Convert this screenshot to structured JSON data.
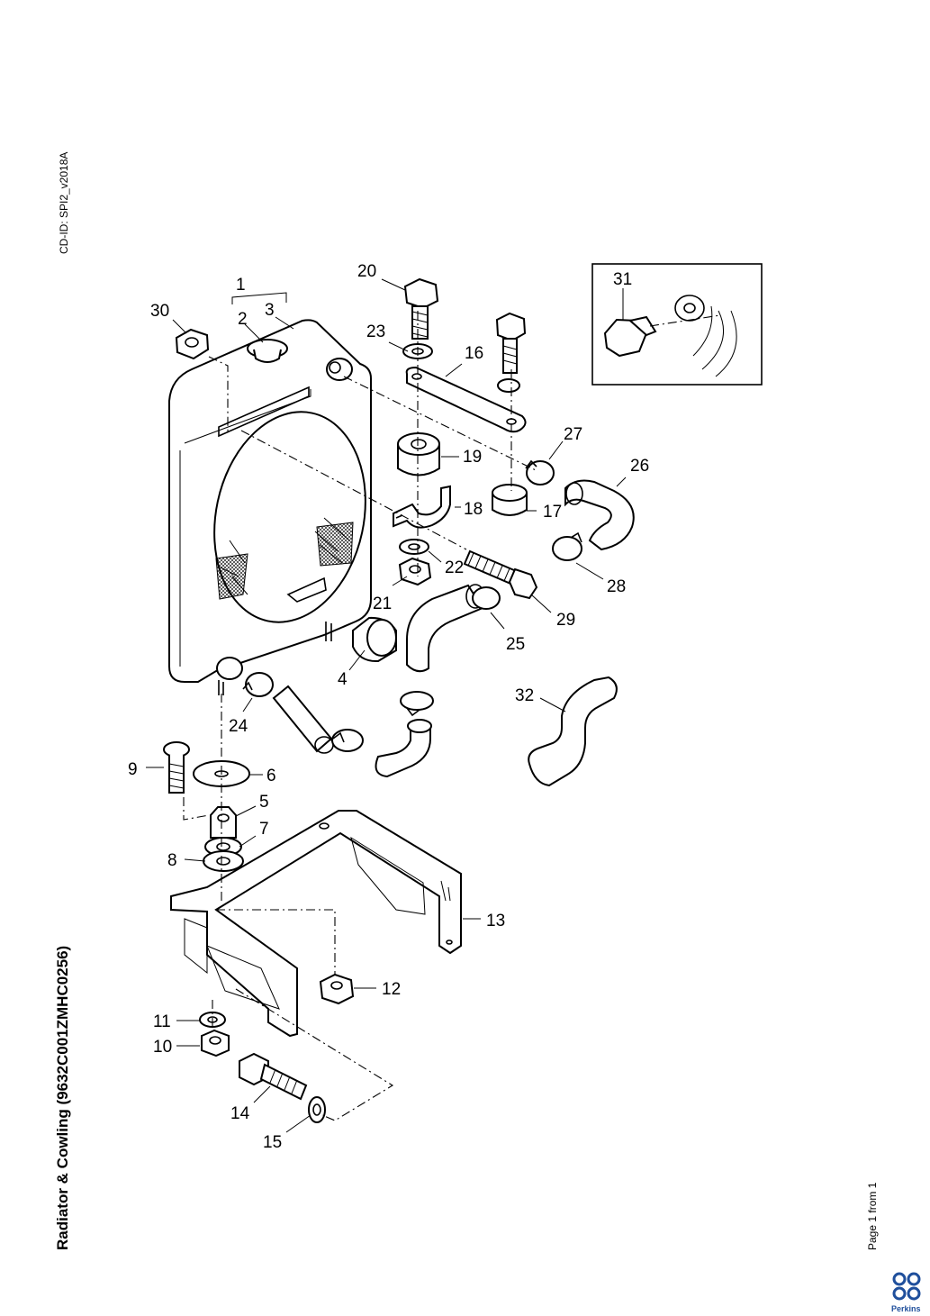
{
  "header": {
    "cd_id": "CD-ID: SPI2_v2018A"
  },
  "document": {
    "title": "Radiator & Cowling (9632C001ZMHC0256)",
    "page": "Page 1 from 1"
  },
  "brand": {
    "name": "Perkins",
    "color": "#1f4f9c"
  },
  "callouts": {
    "c1": "1",
    "c2": "2",
    "c3": "3",
    "c4": "4",
    "c5": "5",
    "c6": "6",
    "c7": "7",
    "c8": "8",
    "c9": "9",
    "c10": "10",
    "c11": "11",
    "c12": "12",
    "c13": "13",
    "c14": "14",
    "c15": "15",
    "c16": "16",
    "c17": "17",
    "c18": "18",
    "c19": "19",
    "c20": "20",
    "c21": "21",
    "c22": "22",
    "c23": "23",
    "c24": "24",
    "c25": "25",
    "c26": "26",
    "c27": "27",
    "c28": "28",
    "c29": "29",
    "c30": "30",
    "c31": "31",
    "c32": "32"
  }
}
